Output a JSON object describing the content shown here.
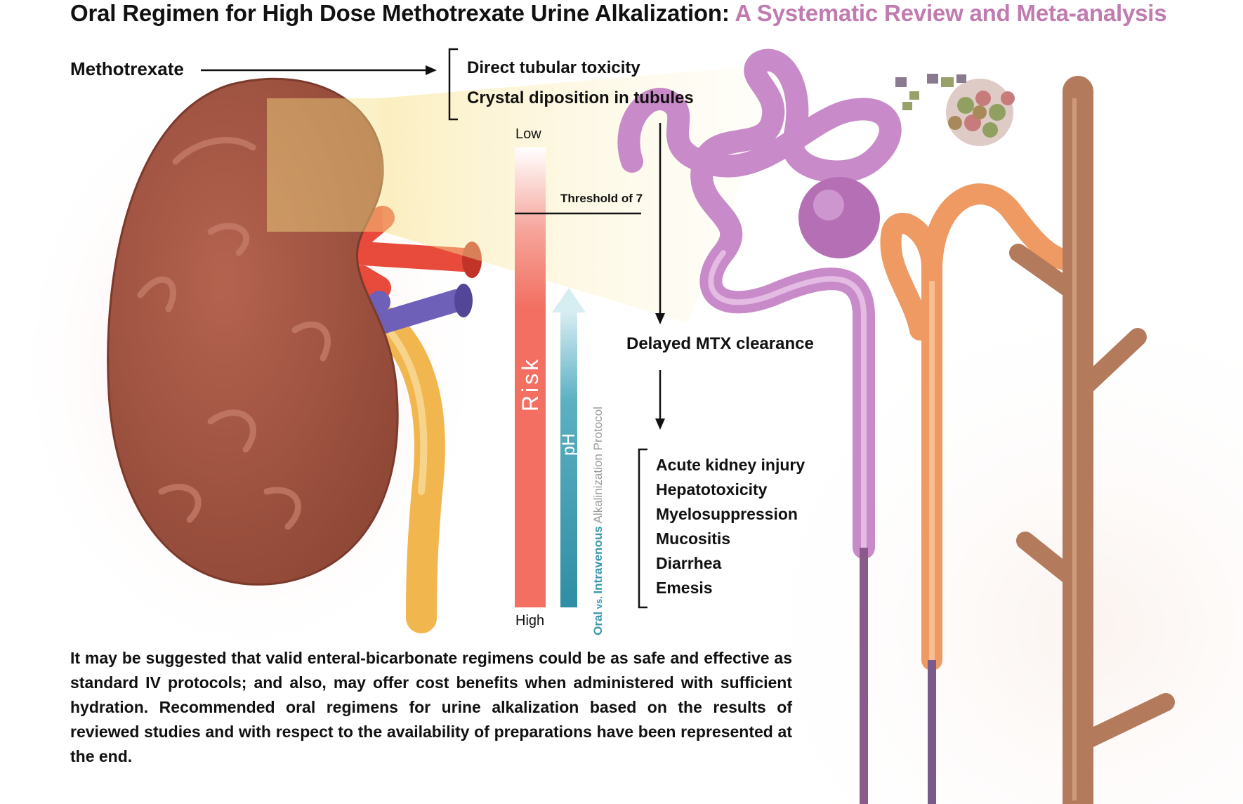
{
  "title": {
    "main": "Oral Regimen for High Dose Methotrexate Urine Alkalization:",
    "subtitle": "A Systematic Review and Meta-analysis"
  },
  "drug_label": "Methotrexate",
  "mechanisms": [
    "Direct tubular toxicity",
    "Crystal diposition in tubules"
  ],
  "risk_scale": {
    "low_label": "Low",
    "high_label": "High",
    "bar_label": "Risk",
    "threshold_label": "Threshold of 7",
    "ph_label": "pH",
    "protocol_oral": "Oral",
    "protocol_vs": " vs. ",
    "protocol_iv": "Intravenous",
    "protocol_rest": " Alkalinization Protocol"
  },
  "consequence": "Delayed MTX clearance",
  "outcomes": [
    "Acute kidney injury",
    "Hepatotoxicity",
    "Myelosuppression",
    "Mucositis",
    "Diarrhea",
    "Emesis"
  ],
  "conclusion": "It may be suggested that valid enteral-bicarbonate regimens could be as safe and effective as standard IV protocols; and also, may offer cost benefits when administered with sufficient hydration. Recommended oral regimens for urine alkalization based on the results of reviewed studies and with respect to the availability of preparations have been represented at the end.",
  "colors": {
    "subtitle": "#c07bb0",
    "risk_bar": "#f26f62",
    "ph_arrow": "#3a98ad",
    "kidney": "#a55846",
    "artery": "#e84a3c",
    "vein": "#6e5fb8",
    "ureter": "#f2b64f",
    "nephron": "#c88ac8",
    "loop": "#ef9a62",
    "duct": "#b47a5c"
  }
}
